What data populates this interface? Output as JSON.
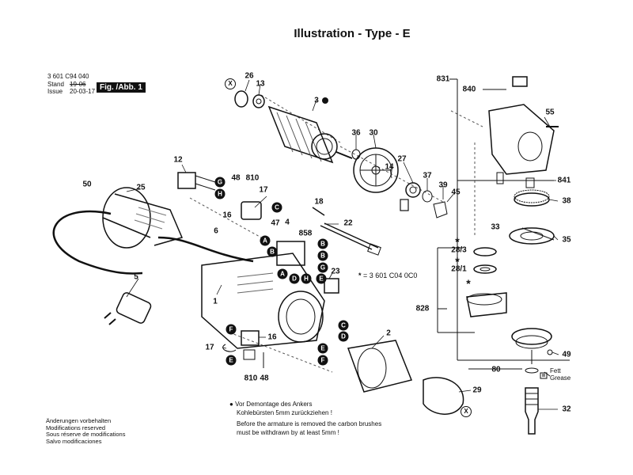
{
  "title": "Illustration - Type - E",
  "meta": {
    "part_number": "3 601 C94 040",
    "stand_label": "Stand",
    "stand_value": "19-06",
    "issue_label": "Issue",
    "issue_value": "20-03-17",
    "figure_label": "Fig. /Abb. 1"
  },
  "callouts": {
    "n26": "26",
    "n13": "13",
    "n3": "3",
    "n36": "36",
    "n30": "30",
    "n27": "27",
    "n14": "14",
    "n37": "37",
    "n39": "39",
    "n45": "45",
    "n12": "12",
    "n48a": "48",
    "n810a": "810",
    "n17a": "17",
    "n16a": "16",
    "n50": "50",
    "n25": "25",
    "n18": "18",
    "n4": "4",
    "n47": "47",
    "n22": "22",
    "n858": "858",
    "n5": "5",
    "n6": "6",
    "n1": "1",
    "n23": "23",
    "n2": "2",
    "n17b": "17",
    "n16b": "16",
    "n810b": "810",
    "n48b": "48",
    "n29": "29",
    "n831": "831",
    "n840": "840",
    "n55": "55",
    "n841": "841",
    "n38": "38",
    "n33": "33",
    "n35": "35",
    "n28_3": "28/3",
    "n28_1": "28/1",
    "n828": "828",
    "n49": "49",
    "n80": "80",
    "n32": "32"
  },
  "markers": {
    "A": "A",
    "B": "B",
    "C": "C",
    "D": "D",
    "E": "E",
    "F": "F",
    "G": "G",
    "H": "H",
    "X": "X"
  },
  "ref_note": "= 3 601 C04 0C0",
  "star": "*",
  "grease": {
    "de": "Fett",
    "en": "Grease"
  },
  "armature_note": {
    "bullet": "●",
    "de_line1": "Vor Demontage des Ankers",
    "de_line2": "Kohlebürsten 5mm zurückziehen !",
    "en_line1": "Before the armature is removed the carbon brushes",
    "en_line2": "must be withdrawn by at least 5mm !"
  },
  "disclaimer": {
    "de": "Änderungen vorbehalten",
    "en": "Modifications reserved",
    "fr": "Sous réserve de modifications",
    "es": "Salvo modificaciones"
  },
  "colors": {
    "ink": "#111111",
    "paper": "#ffffff",
    "shade": "#777777"
  }
}
